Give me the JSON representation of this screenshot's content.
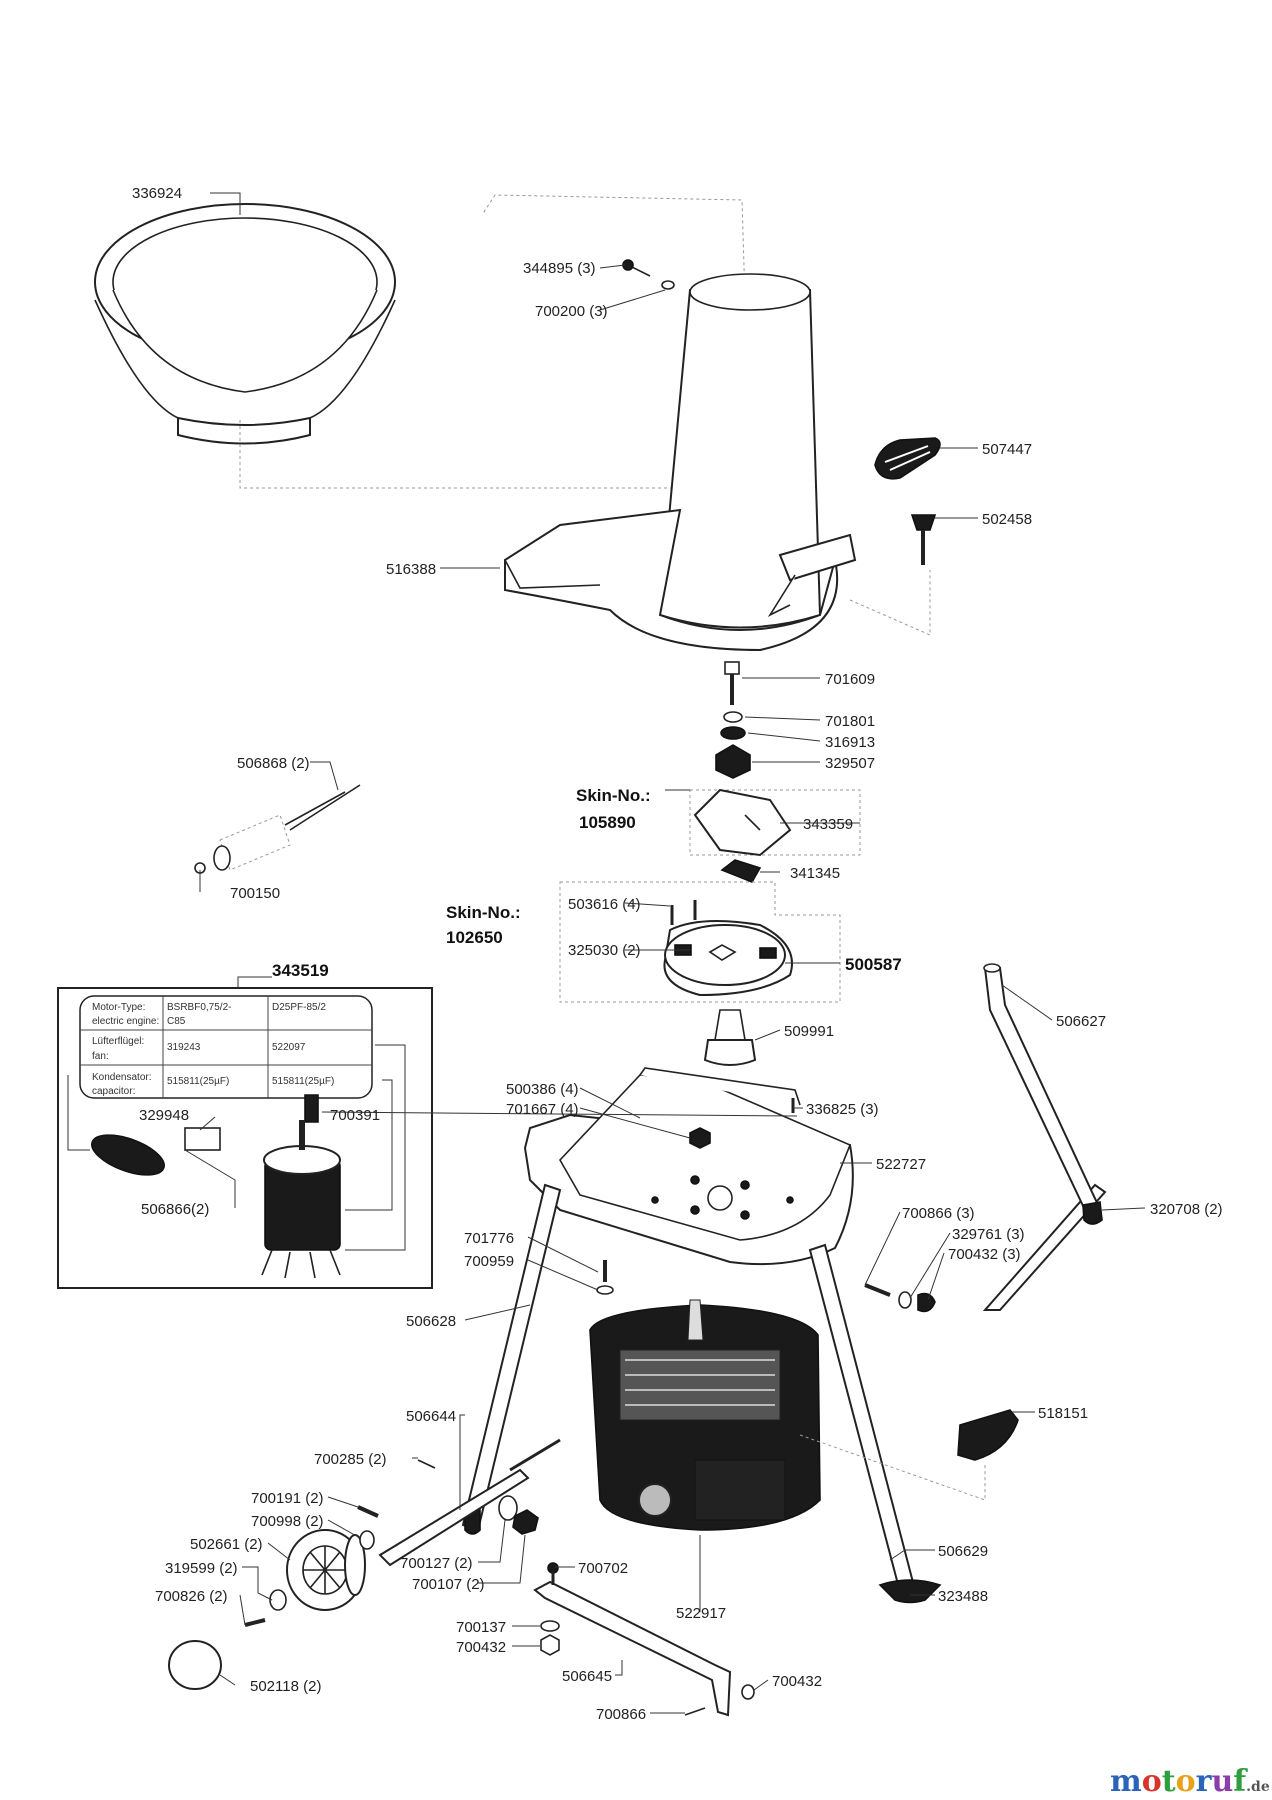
{
  "labels": {
    "p336924": "336924",
    "p344895": "344895 (3)",
    "p700200": "700200 (3)",
    "p507447": "507447",
    "p502458": "502458",
    "p516388": "516388",
    "p701609": "701609",
    "p701801": "701801",
    "p316913": "316913",
    "p329507": "329507",
    "p506868": "506868 (2)",
    "skin1_title": "Skin-No.:",
    "skin1_num": "105890",
    "p343359": "343359",
    "p700150": "700150",
    "p341345": "341345",
    "skin2_title": "Skin-No.:",
    "skin2_num": "102650",
    "p503616": "503616 (4)",
    "p325030": "325030 (2)",
    "p500587": "500587",
    "p343519": "343519",
    "p506627": "506627",
    "p509991": "509991",
    "p500386": "500386 (4)",
    "p701667": "701667 (4)",
    "p336825": "336825 (3)",
    "p329948": "329948",
    "p700391": "700391",
    "p522727": "522727",
    "p506866": "506866(2)",
    "p700866a": "700866 (3)",
    "p320708": "320708 (2)",
    "p329761": "329761 (3)",
    "p700432a": "700432 (3)",
    "p701776": "701776",
    "p700959": "700959",
    "p506628": "506628",
    "p518151": "518151",
    "p506644": "506644",
    "p700285": "700285 (2)",
    "p700191": "700191 (2)",
    "p700998": "700998 (2)",
    "p502661": "502661 (2)",
    "p319599": "319599 (2)",
    "p700826": "700826 (2)",
    "p700127": "700127 (2)",
    "p700107": "700107 (2)",
    "p700702": "700702",
    "p506629": "506629",
    "p522917": "522917",
    "p323488": "323488",
    "p700137": "700137",
    "p700432b": "700432",
    "p506645": "506645",
    "p700432c": "700432",
    "p502118": "502118 (2)",
    "p700866b": "700866"
  },
  "motor_table": {
    "r1_label_a": "Motor-Type:",
    "r1_label_b": "electric engine:",
    "r1_col1_a": "BSRBF0,75/2-",
    "r1_col1_b": "C85",
    "r1_col2": "D25PF-85/2",
    "r2_label_a": "Lüfterflügel:",
    "r2_label_b": "fan:",
    "r2_col1": "319243",
    "r2_col2": "522097",
    "r3_label_a": "Kondensator:",
    "r3_label_b": "capacitor:",
    "r3_col1": "515811(25µF)",
    "r3_col2": "515811(25µF)"
  },
  "brand": {
    "m1": "m",
    "o1": "o",
    "t": "t",
    "o2": "o",
    "r": "r",
    "u": "u",
    "f": "f",
    "suffix": ".de",
    "colors": [
      "#2a63b8",
      "#d8342a",
      "#2e9e3e",
      "#e8a21a",
      "#2a63b8",
      "#8a3ea8",
      "#2e9e3e"
    ]
  }
}
